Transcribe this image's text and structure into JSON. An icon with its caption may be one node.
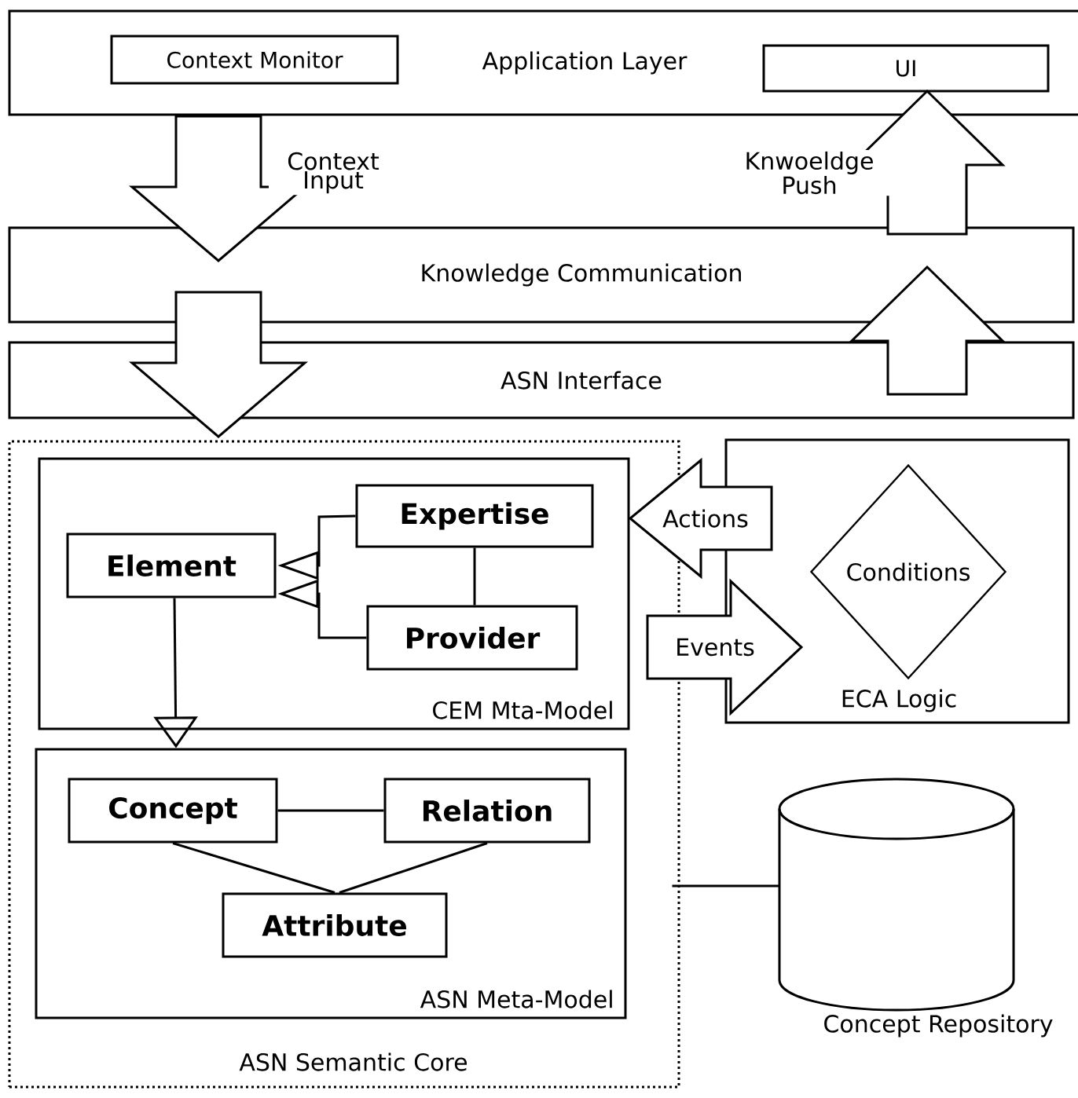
{
  "diagram": {
    "nodes": [
      {
        "text": [
          "Application Layer"
        ]
      },
      {
        "text": [
          "Context Monitor"
        ],
        "in": 0
      },
      {
        "text": [
          "UI"
        ],
        "in": 0
      },
      {
        "text": [
          "Knowledge Communication"
        ]
      },
      {
        "text": [
          "ASN Interface"
        ]
      },
      {
        "text": [
          "ASN Semantic Core"
        ]
      },
      {
        "text": [
          "CEM Mta-Model"
        ],
        "in": 5
      },
      {
        "text": [
          "Expertise"
        ],
        "in": 6
      },
      {
        "text": [
          "Element"
        ],
        "in": 6
      },
      {
        "text": [
          "Provider"
        ],
        "in": 6
      },
      {
        "text": [
          "ECA Logic"
        ]
      },
      {
        "text": [
          "Conditions"
        ],
        "in": 10
      },
      {
        "text": [
          "ASN Meta-Model"
        ],
        "in": 5
      },
      {
        "text": [
          "Concept"
        ],
        "in": 12
      },
      {
        "text": [
          "Relation"
        ],
        "in": 12
      },
      {
        "text": [
          "Attribute"
        ],
        "in": 12
      },
      {
        "text": [
          "Concept Repository"
        ]
      }
    ],
    "edges": [
      {
        "from": 0,
        "to": 3,
        "arrow": "to",
        "style": "thick",
        "label": "Context Input"
      },
      {
        "from": 3,
        "to": 2,
        "arrow": "to",
        "style": "thick",
        "label": "Knwoeldge Push"
      },
      {
        "from": 3,
        "to": 5,
        "arrow": "to",
        "style": "thick"
      },
      {
        "from": 4,
        "to": 3,
        "arrow": "to",
        "style": "thick"
      },
      {
        "from": 10,
        "to": 6,
        "arrow": "to",
        "style": "thick",
        "label": "Actions"
      },
      {
        "from": 5,
        "to": 10,
        "arrow": "to",
        "style": "thick",
        "label": "Events"
      },
      {
        "from": 7,
        "to": 8,
        "arrow": "to"
      },
      {
        "from": 9,
        "to": 8,
        "arrow": "to"
      },
      {
        "from": 7,
        "to": 9,
        "arrow": "none"
      },
      {
        "from": 8,
        "to": 12,
        "arrow": "to"
      },
      {
        "from": 13,
        "to": 14,
        "arrow": "none"
      },
      {
        "from": 13,
        "to": 15,
        "arrow": "none"
      },
      {
        "from": 14,
        "to": 15,
        "arrow": "none"
      },
      {
        "from": 5,
        "to": 16,
        "arrow": "none"
      }
    ]
  }
}
